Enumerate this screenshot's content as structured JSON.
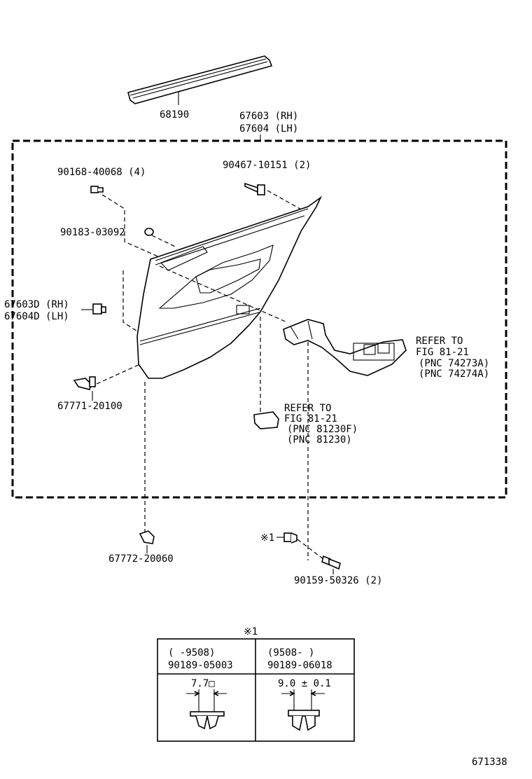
{
  "labels": {
    "p68190": "68190",
    "p67603": "67603 (RH)",
    "p67604": "67604 (LH)",
    "p90168": "90168-40068 (4)",
    "p90467": "90467-10151 (2)",
    "p90183": "90183-03092",
    "p67603d": "67603D (RH)",
    "p67604d": "67604D (LH)",
    "p67771": "67771-20100",
    "p67772": "67772-20060",
    "p90159": "90159-50326 (2)",
    "mark1": "※1",
    "ref1_l1": "REFER TO",
    "ref1_l2": "FIG 81-21",
    "ref1_l3": "(PNC 74273A)",
    "ref1_l4": "(PNC 74274A)",
    "ref2_l1": "REFER TO",
    "ref2_l2": "FIG 81-21",
    "ref2_l3": "(PNC 81230F)",
    "ref2_l4": "(PNC 81230)",
    "figure_id": "671338"
  },
  "table": {
    "title": "※1",
    "col1_range": "(      -9508)",
    "col1_part": "90189-05003",
    "col1_dim": "7.7□",
    "col2_range": "(9508-      )",
    "col2_part": "90189-06018",
    "col2_dim": "9.0 ± 0.1"
  }
}
